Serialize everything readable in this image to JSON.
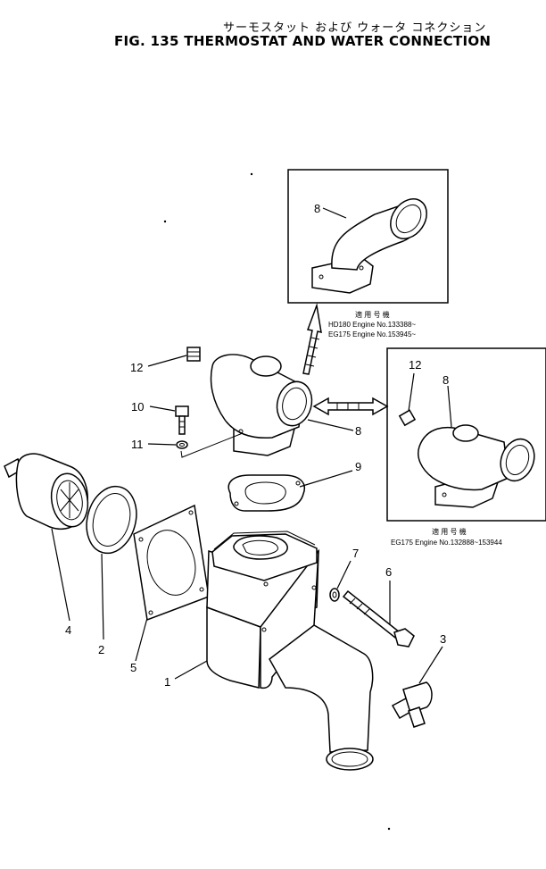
{
  "title": {
    "japanese": "サーモスタット および ウォータ コネクション",
    "english": "FIG. 135  THERMOSTAT AND WATER CONNECTION"
  },
  "callouts": {
    "c1": "1",
    "c2": "2",
    "c3": "3",
    "c4": "4",
    "c5": "5",
    "c6": "6",
    "c7": "7",
    "c8_main": "8",
    "c8_upper": "8",
    "c8_lower": "8",
    "c9": "9",
    "c10": "10",
    "c11": "11",
    "c12_main": "12",
    "c12_lower": "12"
  },
  "notes": {
    "upper_jp": "適 用 号 機",
    "upper_line1": "HD180  Engine  No.133388~",
    "upper_line2": "EG175  Engine  No.153945~",
    "lower_jp": "適 用 号 機",
    "lower_line1": "EG175  Engine  No.132888~153944"
  }
}
